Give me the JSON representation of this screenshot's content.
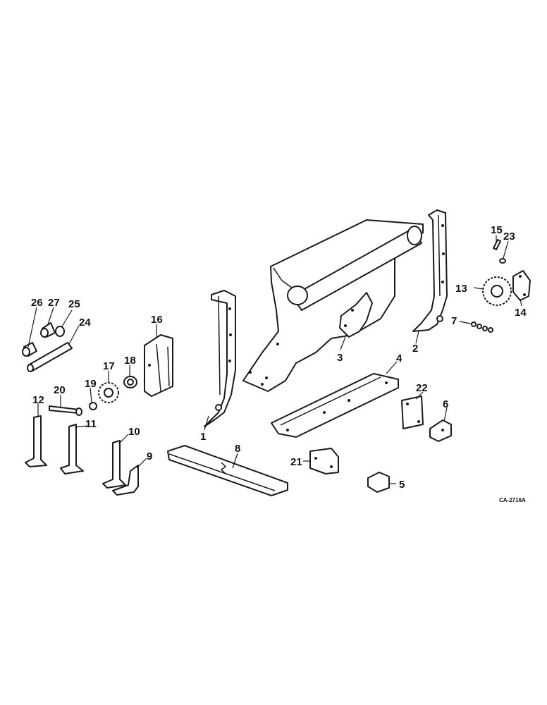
{
  "drawing_code": "CA-2716A",
  "callouts": [
    "1",
    "2",
    "3",
    "4",
    "5",
    "6",
    "7",
    "8",
    "9",
    "10",
    "11",
    "12",
    "13",
    "14",
    "15",
    "16",
    "17",
    "18",
    "19",
    "20",
    "21",
    "22",
    "23",
    "24",
    "25",
    "26",
    "27"
  ],
  "colors": {
    "ink": "#1a1a1a",
    "paper": "#ffffff"
  }
}
